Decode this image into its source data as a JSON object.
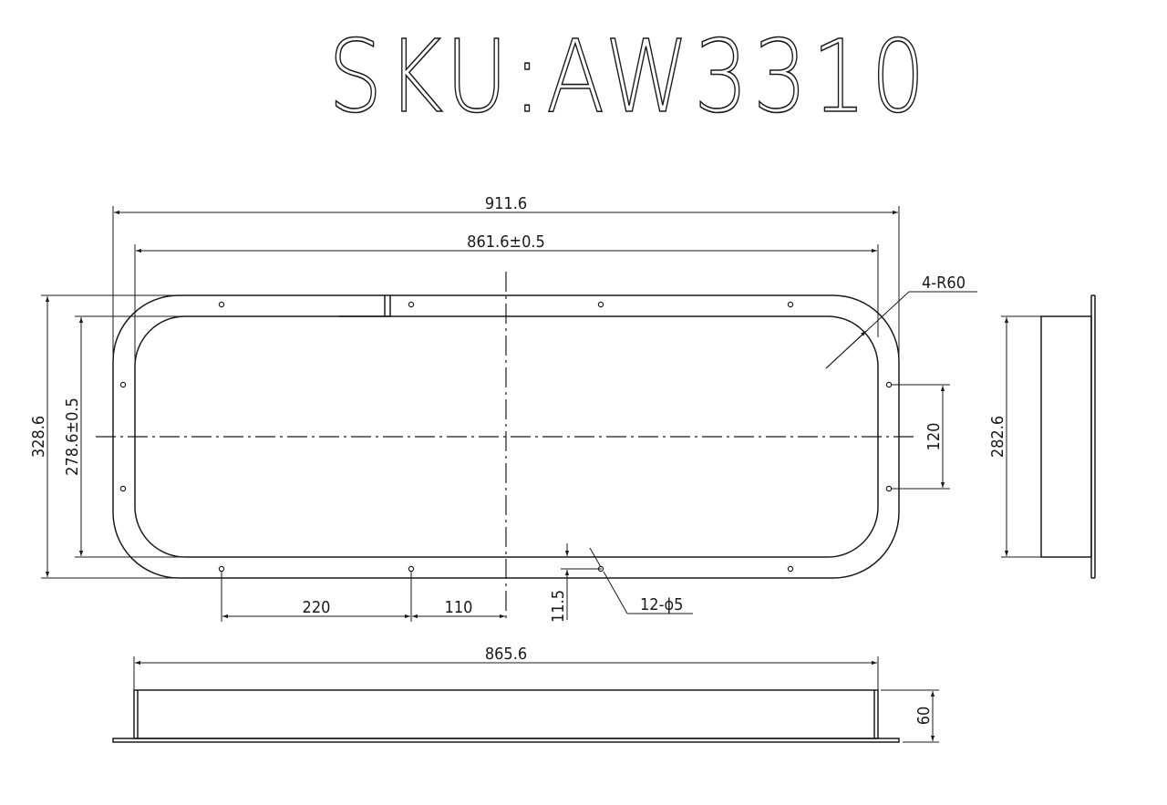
{
  "title": "SKU:AW3310",
  "dimensions": {
    "overall_length": "911.6",
    "inner_length": "861.6±0.5",
    "corner_radius": "4-R60",
    "overall_height": "328.6",
    "inner_height": "278.6±0.5",
    "hole_vertical_spacing": "120",
    "side_view_height": "282.6",
    "hole_spacing": "220",
    "hole_offset": "110",
    "hole_edge_distance": "11.5",
    "holes": "12-ϕ5",
    "bottom_length": "865.6",
    "depth": "60"
  }
}
